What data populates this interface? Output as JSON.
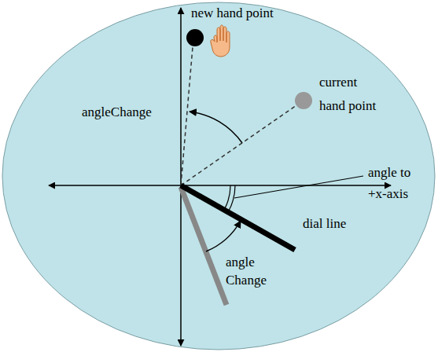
{
  "diagram": {
    "labels": [
      "new hand point",
      "current hand point",
      "angleChange",
      "angle to +x-axis",
      "dial line",
      "angle Change"
    ]
  }
}
